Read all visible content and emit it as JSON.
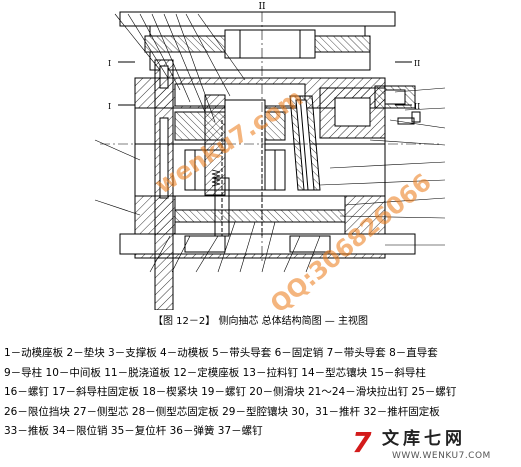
{
  "top_mark": "II",
  "section_labels": [
    "I",
    "I",
    "II",
    "II"
  ],
  "caption": "【图 12－2】 侧向抽芯 总体结构简图 — 主视图",
  "legend_lines": [
    "1－动模座板  2－垫块  3－支撑板  4－动模板  5－带头导套  6－固定销  7－带头导套  8－直导套",
    "9－导柱  10－中间板  11－脱浇道板  12－定模座板  13－拉料钉  14－型芯镶块  15－斜导柱",
    "16－螺钉  17－斜导柱固定板  18－楔紧块  19－螺钉  20－侧滑块  21～24－滑块拉出钉  25－螺钉",
    "26－限位挡块  27－侧型芯  28－侧型芯固定板  29－型腔镶块  30，31－推杆  32－推杆固定板",
    "33－推板  34－限位销  35－复位杆  36－弹簧  37－螺钉"
  ],
  "watermark_left": "wenku7.com",
  "watermark_right": "QQ:306826066",
  "logo": {
    "mark": "7",
    "title": "文库七网",
    "url": "WWW.WENKU7.COM"
  },
  "colors": {
    "line": "#000000",
    "watermark": "#eb7814",
    "logo_red": "#d31b1b"
  }
}
